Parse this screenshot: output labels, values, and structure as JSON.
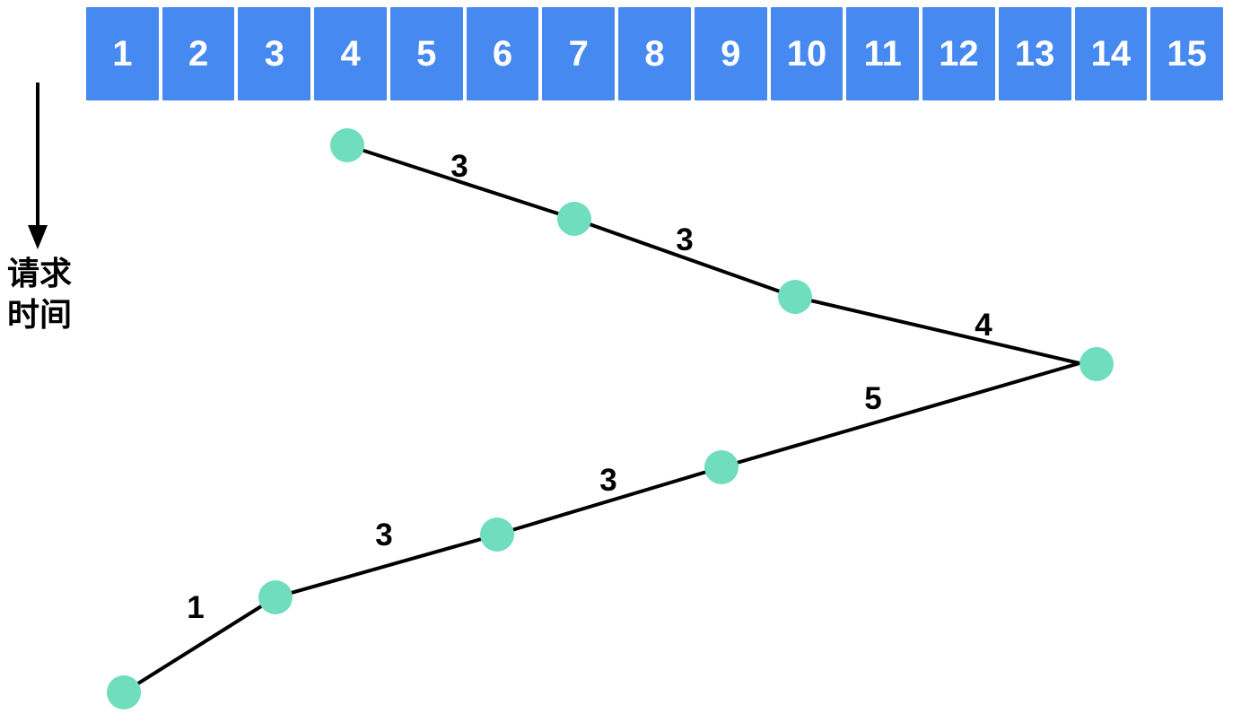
{
  "timeline": {
    "cells": [
      "1",
      "2",
      "3",
      "4",
      "5",
      "6",
      "7",
      "8",
      "9",
      "10",
      "11",
      "12",
      "13",
      "14",
      "15"
    ],
    "cell_color": "#4689F0",
    "cell_text_color": "#FFFFFF"
  },
  "time_axis": {
    "label_line1": "请求",
    "label_line2": "时间",
    "direction": "down",
    "arrow_color": "#000000"
  },
  "graph": {
    "node_color": "#6FDDBE",
    "edge_color": "#000000",
    "node_count": 8,
    "edges": [
      {
        "label": "3"
      },
      {
        "label": "3"
      },
      {
        "label": "4"
      },
      {
        "label": "5"
      },
      {
        "label": "3"
      },
      {
        "label": "3"
      },
      {
        "label": "1"
      }
    ]
  }
}
